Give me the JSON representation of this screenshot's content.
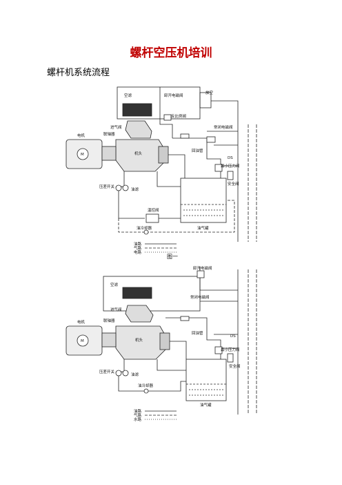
{
  "page": {
    "title": "螺杆空压机培训",
    "subtitle": "螺杆机系统流程"
  },
  "figure1": {
    "air_filter": "空滤",
    "unload_valve": "卸开电磁阀",
    "vent": "放空",
    "inlet_valve": "进气阀",
    "coupling": "联轴器",
    "reverse_valve": "反比例阀",
    "motor": "电机",
    "motor_symbol": "M",
    "head": "机头",
    "discharge_pipe": "回油管",
    "vent_solenoid": "常闭电磁阀",
    "min_pressure": "最小压力阀",
    "ds": "DS",
    "safety_valve": "安全阀",
    "pressure_switch": "压差开关",
    "oil_filter": "油滤",
    "temp_valve": "温控阀",
    "oil_cooler": "油冷却器",
    "separator": "油气罐",
    "legend": [
      "油路",
      "气路",
      "电路"
    ],
    "caption": "图一"
  },
  "figure2": {
    "unload_valve": "卸开电磁阀",
    "air_filter": "空滤",
    "vent_solenoid": "常闭电磁阀",
    "inlet_valve": "进气阀",
    "motor": "电机",
    "motor_symbol": "M",
    "coupling": "联轴器",
    "head": "机头",
    "discharge_pipe": "回油管",
    "ds": "DS",
    "min_pressure": "最小压力阀",
    "safety_valve": "安全阀",
    "pressure_switch": "压差开关",
    "oil_filter": "油滤",
    "oil_cooler": "油冷却器",
    "separator": "油气罐",
    "legend": [
      "油路",
      "气路",
      "水路"
    ]
  }
}
